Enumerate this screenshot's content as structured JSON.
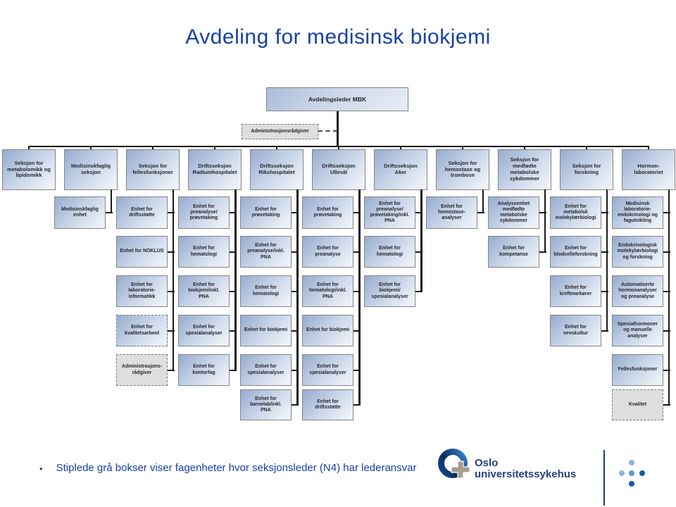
{
  "slide": {
    "title": "Avdeling for medisinsk biokjemi",
    "footnote_bullet": "•",
    "footnote": "Stiplede grå bokser viser fagenheter hvor seksjonsleder (N4) har lederansvar"
  },
  "colors": {
    "title_blue": "#1741a6",
    "logo_navy": "#24407e",
    "box_border_gray": "#848484",
    "box_gradient_dark": "#96abce",
    "box_gradient_light": "#f0f3f9",
    "dashed_box_gray_fill": "#dedede",
    "connector_black": "#1a1a1a",
    "dot_light_blue": "#8ab5e2",
    "dot_mid_blue": "#5e97d0",
    "dot_dark_blue": "#15599f"
  },
  "org_chart": {
    "root": {
      "label": "Avdelingsleder MBK"
    },
    "advisor": {
      "label": "Administrasjonsrådgiver",
      "style": "dashed-gray"
    },
    "sections": [
      {
        "label": "Seksjon for\nmetabolomikk og\nlipidomikk",
        "children": []
      },
      {
        "label": "Medisinskfaglig\nseksjon",
        "children": [
          {
            "label": "Medisinskfaglig\nenhet"
          }
        ]
      },
      {
        "label": "Seksjon for\nfellesfunksjoner",
        "children": [
          {
            "label": "Enhet for\ndriftsstøtte"
          },
          {
            "label": "Enhet for NOKLUS"
          },
          {
            "label": "Enhet for\nlaboratorie-\ninformatikk"
          },
          {
            "label": "Enhet for\nkvalitetsarbeid",
            "style": "dashed-blue"
          },
          {
            "label": "Administrasjons-\nrådgiver",
            "style": "dashed-gray"
          }
        ]
      },
      {
        "label": "Driftsseksjon\nRadiumhospitalet",
        "thick_line": true,
        "children": [
          {
            "label": "Enhet for\npreanalyse/\nprøvetaking"
          },
          {
            "label": "Enhet for\nhematologi"
          },
          {
            "label": "Enhet for\nbiokjemi/inkl.\nPNA"
          },
          {
            "label": "Enhet for\nspesialanalyser"
          },
          {
            "label": "Enhet for\nkontorfag"
          }
        ]
      },
      {
        "label": "Driftsseksjon\nRikshospitalet",
        "thick_line": true,
        "children": [
          {
            "label": "Enhet for\nprøvetaking"
          },
          {
            "label": "Enhet for\npreanalyse/inkl.\nPNA"
          },
          {
            "label": "Enhet for\nhematologi"
          },
          {
            "label": "Enhet for biokjemi"
          },
          {
            "label": "Enhet for\nspesialanalyser"
          },
          {
            "label": "Enhet for\nbarnelab/inkl.\nPNA"
          }
        ]
      },
      {
        "label": "Driftsseksjon\nUllevål",
        "thick_line": true,
        "children": [
          {
            "label": "Enhet for\nprøvetaking"
          },
          {
            "label": "Enhet for\npreanalyse"
          },
          {
            "label": "Enhet for\nhematologi/inkl.\nPNA"
          },
          {
            "label": "Enhet for biokjemi"
          },
          {
            "label": "Enhet for\nspesialanalyser"
          },
          {
            "label": "Enhet for\ndriftsstøtte"
          }
        ]
      },
      {
        "label": "Driftsseksjon\nAker",
        "thick_line": true,
        "children": [
          {
            "label": "Enhet for\npreanalyse/\nprøvetaking/inkl.\nPNA"
          },
          {
            "label": "Enhet for\nhematologi"
          },
          {
            "label": "Enhet for\nbiokjemi/\nspesialanalyser"
          }
        ]
      },
      {
        "label": "Seksjon for\nhemostase og\ntrombose",
        "children": [
          {
            "label": "Enhet for\nhemostase-\nanalyser"
          }
        ]
      },
      {
        "label": "Seksjon for\nmedfødte\nmetabolske\nsykdommer",
        "children": [
          {
            "label": "Analyseenhet\nmedfødte\nmetabolske\nsykdommer"
          },
          {
            "label": "Enhet for\nkompetanse"
          }
        ]
      },
      {
        "label": "Seksjon for\nforskning",
        "children": [
          {
            "label": "Enhet for\nmetabolsk\nmolekylærbiologi"
          },
          {
            "label": "Enhet for\nblodcelleforskning"
          },
          {
            "label": "Enhet for\nkreftmarkører"
          },
          {
            "label": "Enhet for\nvevskultur"
          }
        ]
      },
      {
        "label": "Hormon-\nlaboratoriet",
        "children": [
          {
            "label": "Medisinsk\nlaboratorie-\nendokrinologi og\nfagutvikling"
          },
          {
            "label": "Endokrinologisk\nmolekylærbiologi\nog forskning"
          },
          {
            "label": "Automatiserte\nhormonanalyser\nog preanalyse"
          },
          {
            "label": "Spesialhormoner\nog manuelle\nanalyser"
          },
          {
            "label": "Fellesfunksjoner"
          },
          {
            "label": "Kvalitet",
            "style": "dashed-gray"
          }
        ]
      }
    ]
  },
  "logo": {
    "org_name_line1": "Oslo",
    "org_name_line2": "universitetssykehus",
    "icons": [
      "ous-ring-cross-logo-icon",
      "dots-plus-icon"
    ]
  }
}
